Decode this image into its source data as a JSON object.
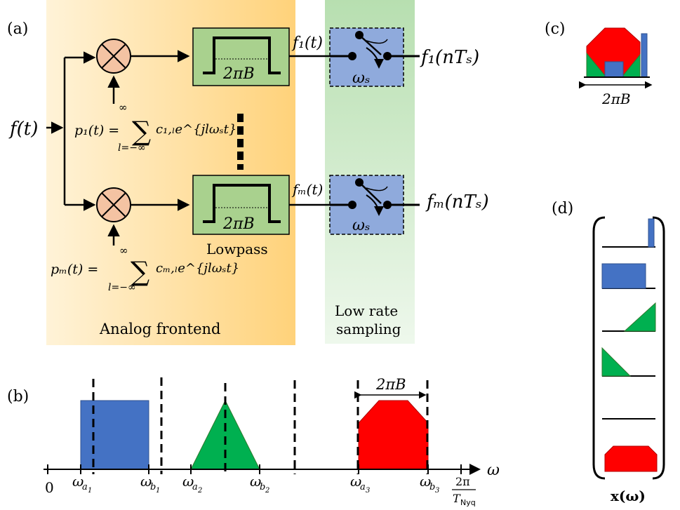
{
  "panel_labels": {
    "a": "(a)",
    "b": "(b)",
    "c": "(c)",
    "d": "(d)"
  },
  "frontend": {
    "input": "f(t)",
    "mixer_symbol": "⊗",
    "p1_lhs": "p₁(t) =",
    "p1_sum_top": "∞",
    "p1_sum_sym": "∑",
    "p1_sum_bottom": "l=−∞",
    "p1_term": "c₁,ₗe^{jlωₛt}",
    "pM_lhs": "pₘ(t) =",
    "pM_sum_top": "∞",
    "pM_sum_sym": "∑",
    "pM_sum_bottom": "l=−∞",
    "pM_term": "cₘ,ₗe^{jlωₛt}",
    "lpf1_label": "2πB",
    "lpfM_label": "2πB",
    "lowpass_caption": "Lowpass",
    "region_caption": "Analog frontend",
    "colors": {
      "frontend_bg": "#ffd27a",
      "mixer": "#f4c3a3",
      "lpf": "#a9d18e",
      "sampler": "#8faadc"
    }
  },
  "sampling": {
    "f1": "f₁(t)",
    "fM": "fₘ(t)",
    "out1": "f₁(nTₛ)",
    "outM": "fₘ(nTₛ)",
    "rate1": "ωₛ",
    "rateM": "ωₛ",
    "caption_line1": "Low rate",
    "caption_line2": "sampling",
    "colors": {
      "sampling_bg": "#b7dfb0"
    }
  },
  "spectrum": {
    "zero": "0",
    "axis_var": "ω",
    "bw_label": "2πB",
    "nyq_num": "2π",
    "nyq_den": "T",
    "nyq_sub": "Nyq",
    "ticks": [
      "ω_{a1}",
      "ω_{b1}",
      "ω_{a2}",
      "ω_{b2}",
      "ω_{a3}",
      "ω_{b3}"
    ],
    "tick_main": [
      "ω",
      "ω",
      "ω",
      "ω",
      "ω",
      "ω"
    ],
    "tick_sub": [
      "a",
      "b",
      "a",
      "b",
      "a",
      "b"
    ],
    "tick_subsub": [
      "1",
      "1",
      "2",
      "2",
      "3",
      "3"
    ],
    "colors": {
      "band1": "#4472c4",
      "band2": "#00b050",
      "band3": "#ff0000"
    }
  },
  "panel_c": {
    "bw_label": "2πB"
  },
  "panel_d": {
    "vector_label": "x(ω)"
  }
}
